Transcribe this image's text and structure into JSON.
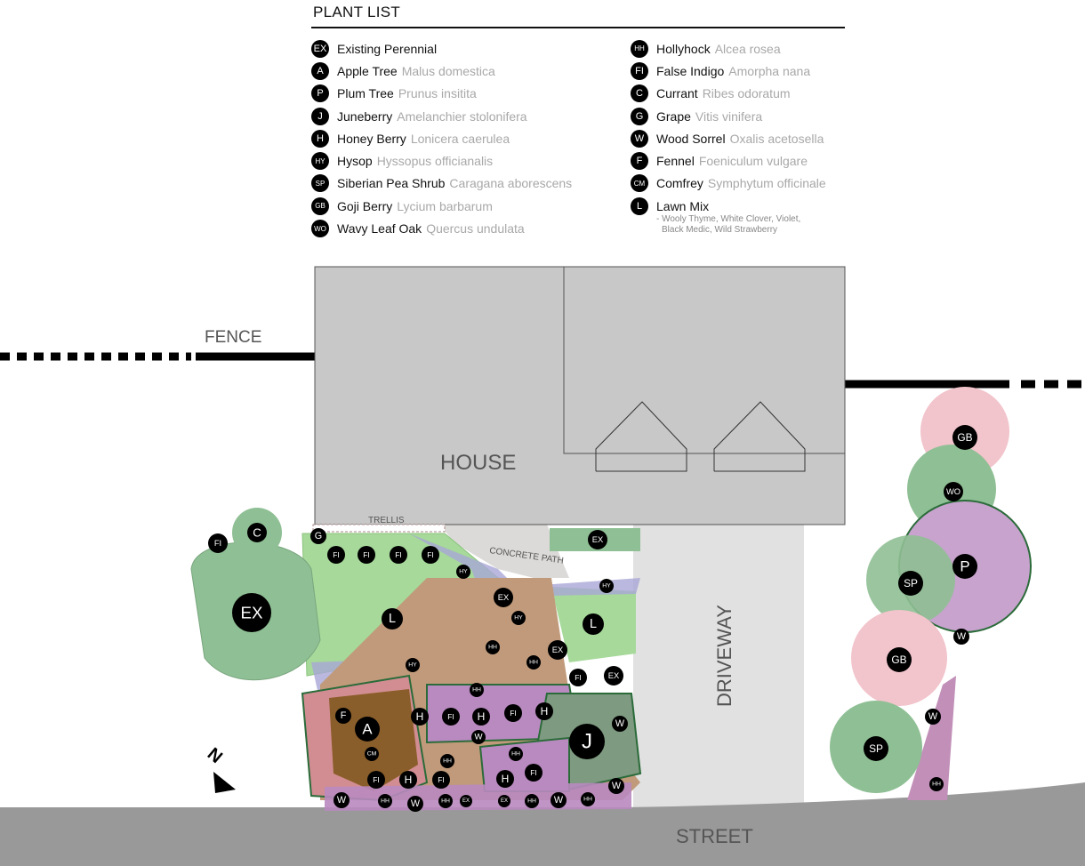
{
  "legend": {
    "title": "PLANT LIST",
    "left": [
      {
        "code": "EX",
        "name": "Existing Perennial",
        "sci": ""
      },
      {
        "code": "A",
        "name": "Apple Tree",
        "sci": "Malus domestica"
      },
      {
        "code": "P",
        "name": "Plum Tree",
        "sci": "Prunus insitita"
      },
      {
        "code": "J",
        "name": "Juneberry",
        "sci": "Amelanchier stolonifera"
      },
      {
        "code": "H",
        "name": "Honey Berry",
        "sci": "Lonicera caerulea"
      },
      {
        "code": "HY",
        "name": "Hysop",
        "sci": "Hyssopus officianalis"
      },
      {
        "code": "SP",
        "name": "Siberian Pea Shrub",
        "sci": "Caragana aborescens"
      },
      {
        "code": "GB",
        "name": "Goji Berry",
        "sci": "Lycium barbarum"
      },
      {
        "code": "WO",
        "name": "Wavy Leaf Oak",
        "sci": "Quercus undulata"
      }
    ],
    "right": [
      {
        "code": "HH",
        "name": "Hollyhock",
        "sci": "Alcea rosea"
      },
      {
        "code": "FI",
        "name": "False Indigo",
        "sci": "Amorpha nana"
      },
      {
        "code": "C",
        "name": "Currant",
        "sci": "Ribes odoratum"
      },
      {
        "code": "G",
        "name": "Grape",
        "sci": "Vitis vinifera"
      },
      {
        "code": "W",
        "name": "Wood Sorrel",
        "sci": "Oxalis acetosella"
      },
      {
        "code": "F",
        "name": "Fennel",
        "sci": "Foeniculum vulgare"
      },
      {
        "code": "CM",
        "name": "Comfrey",
        "sci": "Symphytum officinale"
      },
      {
        "code": "L",
        "name": "Lawn Mix",
        "sci": ""
      }
    ],
    "lawn_note_1": "- Wooly Thyme, White Clover, Violet,",
    "lawn_note_2": "Black Medic, Wild Strawberry"
  },
  "labels": {
    "fence": "FENCE",
    "house": "HOUSE",
    "trellis": "TRELLIS",
    "path": "CONCRETE PATH",
    "driveway": "DRIVEWAY",
    "street": "STREET",
    "north": "N"
  },
  "markers": [
    "FI",
    "C",
    "G",
    "FI",
    "FI",
    "FI",
    "FI",
    "HY",
    "EX",
    "EX",
    "L",
    "EX",
    "HY",
    "HY",
    "L",
    "HH",
    "EX",
    "HH",
    "HY",
    "FI",
    "EX",
    "HH",
    "F",
    "A",
    "H",
    "FI",
    "H",
    "FI",
    "H",
    "W",
    "J",
    "W",
    "CM",
    "HH",
    "HH",
    "FI",
    "H",
    "FI",
    "H",
    "FI",
    "W",
    "W",
    "HH",
    "W",
    "HH",
    "EX",
    "EX",
    "HH",
    "W",
    "HH",
    "GB",
    "WO",
    "P",
    "SP",
    "W",
    "GB",
    "W",
    "SP",
    "HH"
  ],
  "colors": {
    "house": "#c8c8c8",
    "street": "#999999",
    "driveway": "#e1e1e1",
    "lawn": "#a6d99a",
    "existing": "#8fbf94",
    "pink": "#f2c4cc",
    "purple": "#b98ac0",
    "lavender": "#a9a6d6",
    "blue": "#b9d7ef",
    "brown": "#c09a7a"
  }
}
